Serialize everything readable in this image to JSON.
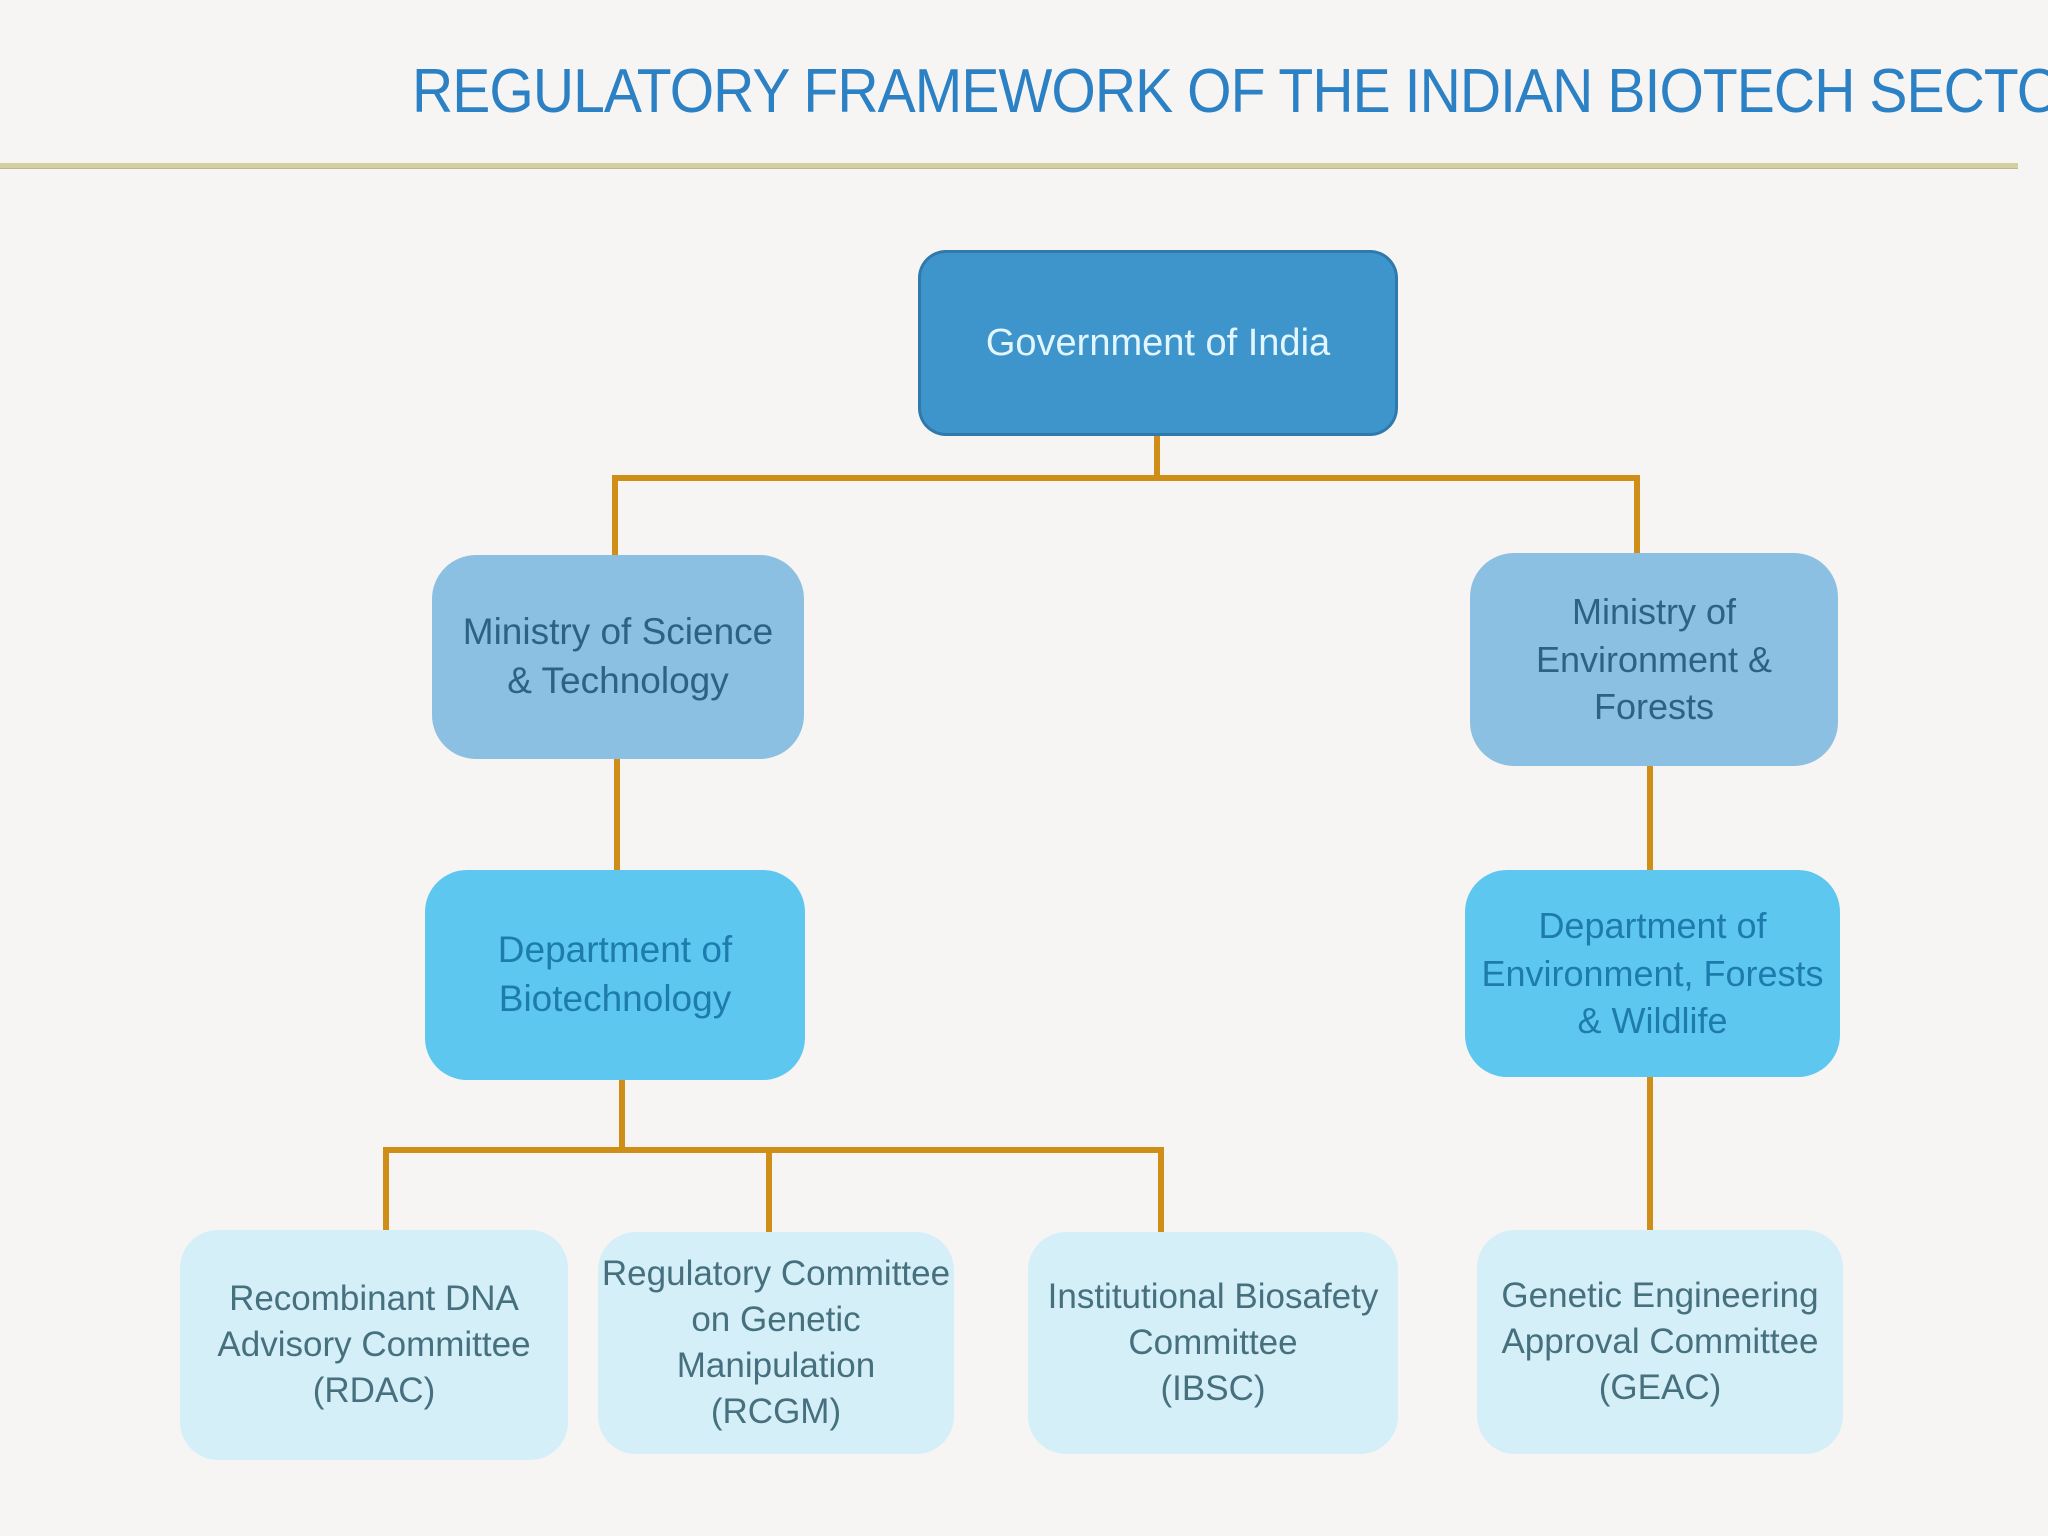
{
  "slide": {
    "title": "REGULATORY FRAMEWORK OF THE INDIAN BIOTECH SECTOR"
  },
  "colors": {
    "title_text": "#2c80c4",
    "title_underline": "#d3cf9e",
    "background": "#f6f5f4",
    "connector": "#cf8e18",
    "level0_box": "#3e95cc",
    "level0_text": "#e3f6ff",
    "level1_box": "#8cc0e2",
    "level1_text": "#2d6185",
    "level2_box": "#5dc7ef",
    "level2_text": "#1e7cad",
    "level3_box": "#d4eff8",
    "level3_text": "#47707f"
  },
  "diagram": {
    "type": "org-chart",
    "nodes": [
      {
        "id": "goi",
        "label": "Government of India",
        "level": 0,
        "parent": null
      },
      {
        "id": "most",
        "label": "Ministry of Science\n& Technology",
        "level": 1,
        "parent": "goi"
      },
      {
        "id": "moef",
        "label": "Ministry of\nEnvironment &\nForests",
        "level": 1,
        "parent": "goi"
      },
      {
        "id": "dbt",
        "label": "Department of\nBiotechnology",
        "level": 2,
        "parent": "most"
      },
      {
        "id": "defw",
        "label": "Department of\nEnvironment, Forests\n& Wildlife",
        "level": 2,
        "parent": "moef"
      },
      {
        "id": "rdac",
        "label": "Recombinant DNA\nAdvisory Committee\n(RDAC)",
        "level": 3,
        "parent": "dbt"
      },
      {
        "id": "rcgm",
        "label": "Regulatory Committee\non Genetic\nManipulation\n(RCGM)",
        "level": 3,
        "parent": "dbt"
      },
      {
        "id": "ibsc",
        "label": "Institutional Biosafety\nCommittee\n(IBSC)",
        "level": 3,
        "parent": "dbt"
      },
      {
        "id": "geac",
        "label": "Genetic Engineering\nApproval Committee\n(GEAC)",
        "level": 3,
        "parent": "defw"
      }
    ]
  }
}
